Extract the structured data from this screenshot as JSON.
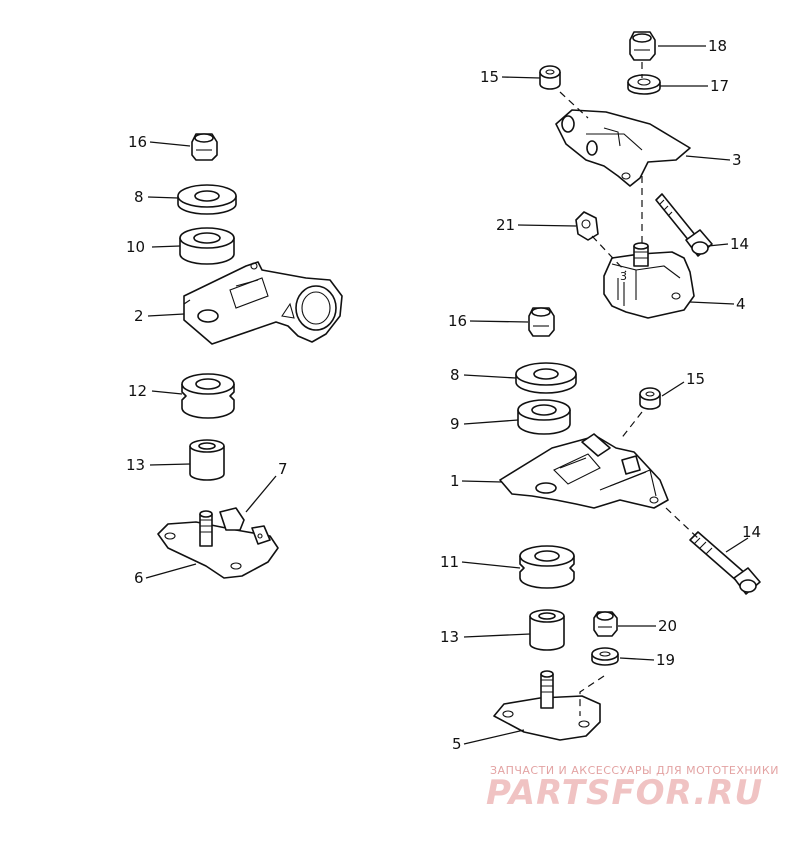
{
  "callouts": [
    {
      "id": "c16a",
      "text": "16"
    },
    {
      "id": "c8a",
      "text": "8"
    },
    {
      "id": "c10",
      "text": "10"
    },
    {
      "id": "c2",
      "text": "2"
    },
    {
      "id": "c12",
      "text": "12"
    },
    {
      "id": "c13a",
      "text": "13"
    },
    {
      "id": "c7",
      "text": "7"
    },
    {
      "id": "c6",
      "text": "6"
    },
    {
      "id": "c18",
      "text": "18"
    },
    {
      "id": "c15a",
      "text": "15"
    },
    {
      "id": "c17",
      "text": "17"
    },
    {
      "id": "c3",
      "text": "3"
    },
    {
      "id": "c21",
      "text": "21"
    },
    {
      "id": "c14a",
      "text": "14"
    },
    {
      "id": "c4",
      "text": "4"
    },
    {
      "id": "c16b",
      "text": "16"
    },
    {
      "id": "c8b",
      "text": "8"
    },
    {
      "id": "c15b",
      "text": "15"
    },
    {
      "id": "c9",
      "text": "9"
    },
    {
      "id": "c1",
      "text": "1"
    },
    {
      "id": "c14b",
      "text": "14"
    },
    {
      "id": "c11",
      "text": "11"
    },
    {
      "id": "c20",
      "text": "20"
    },
    {
      "id": "c13b",
      "text": "13"
    },
    {
      "id": "c19",
      "text": "19"
    },
    {
      "id": "c5",
      "text": "5"
    }
  ],
  "watermark": {
    "tagline": "ЗАПЧАСТИ И АКСЕССУАРЫ ДЛЯ МОТОТЕХНИКИ",
    "brand": "PARTSFOR.RU",
    "color": "#e8a8a8"
  }
}
